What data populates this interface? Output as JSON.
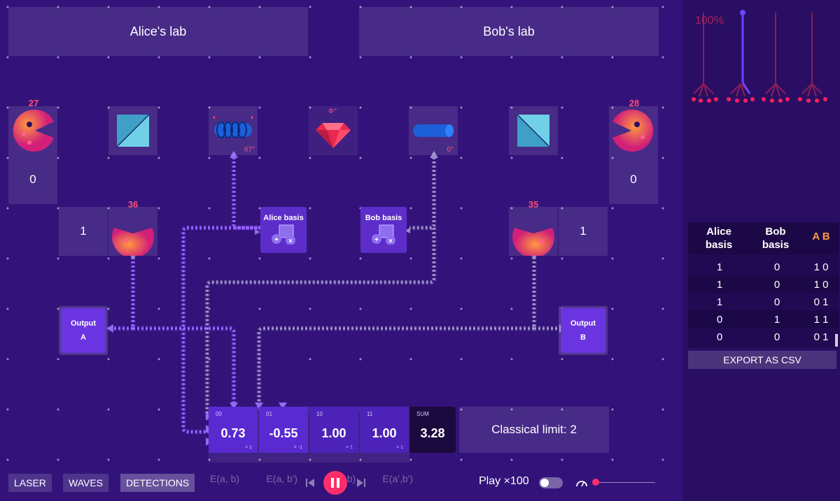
{
  "labs": {
    "alice": "Alice's lab",
    "bob": "Bob's lab"
  },
  "detectors": {
    "top_left_count": "27",
    "top_right_count": "28",
    "mid_left_count": "36",
    "mid_right_count": "35"
  },
  "values": {
    "top_left": "0",
    "top_right": "0",
    "mid_left": "1",
    "mid_right": "1"
  },
  "elements": {
    "polarizer_left_angle": "67°",
    "polarizer_right_angle": "0°",
    "gem_label": "Φ⁺"
  },
  "bases": {
    "alice": "Alice basis",
    "bob": "Bob basis",
    "plus": "+",
    "times": "×"
  },
  "outputs": {
    "title": "Output",
    "a": "A",
    "b": "B"
  },
  "correlations": [
    {
      "label": "00",
      "value": "0.73",
      "mult": "× 1"
    },
    {
      "label": "01",
      "value": "-0.55",
      "mult": "× -1"
    },
    {
      "label": "10",
      "value": "1.00",
      "mult": "× 1"
    },
    {
      "label": "11",
      "value": "1.00",
      "mult": "× 1"
    }
  ],
  "sum": {
    "label": "SUM",
    "value": "3.28"
  },
  "classical_limit": "Classical limit: 2",
  "expectations": [
    "E(a, b)",
    "E(a, b')",
    "E(a', b)",
    "E(a',b')"
  ],
  "bottom": {
    "laser": "LASER",
    "waves": "WAVES",
    "detections": "DETECTIONS",
    "play_speed": "Play ×100"
  },
  "histogram": {
    "percent": "100%"
  },
  "table": {
    "headers": {
      "alice": "Alice\nbasis",
      "bob": "Bob\nbasis",
      "ab": "A B"
    },
    "rows": [
      {
        "alice": "1",
        "bob": "0",
        "ab": "1 0"
      },
      {
        "alice": "1",
        "bob": "0",
        "ab": "1 0"
      },
      {
        "alice": "1",
        "bob": "0",
        "ab": "0 1"
      },
      {
        "alice": "0",
        "bob": "1",
        "ab": "1 1"
      },
      {
        "alice": "0",
        "bob": "0",
        "ab": "0 1"
      }
    ],
    "export": "EXPORT AS CSV"
  },
  "colors": {
    "accent_pink": "#ff3d6e",
    "accent_orange": "#ff9a3d",
    "purple_tile": "#6a34e0",
    "board": "#33137a"
  }
}
